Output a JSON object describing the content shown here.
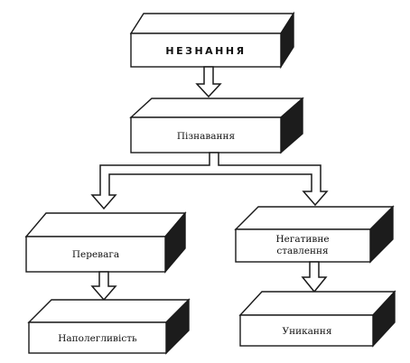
{
  "boxes": {
    "ignorance": "НЕЗНАННЯ",
    "cognition": "Пізнавання",
    "advantage": "Перевага",
    "negative_attitude_line1": "Негативне",
    "negative_attitude_line2": "ставлення",
    "persistence": "Наполегливість",
    "avoidance": "Уникання"
  }
}
